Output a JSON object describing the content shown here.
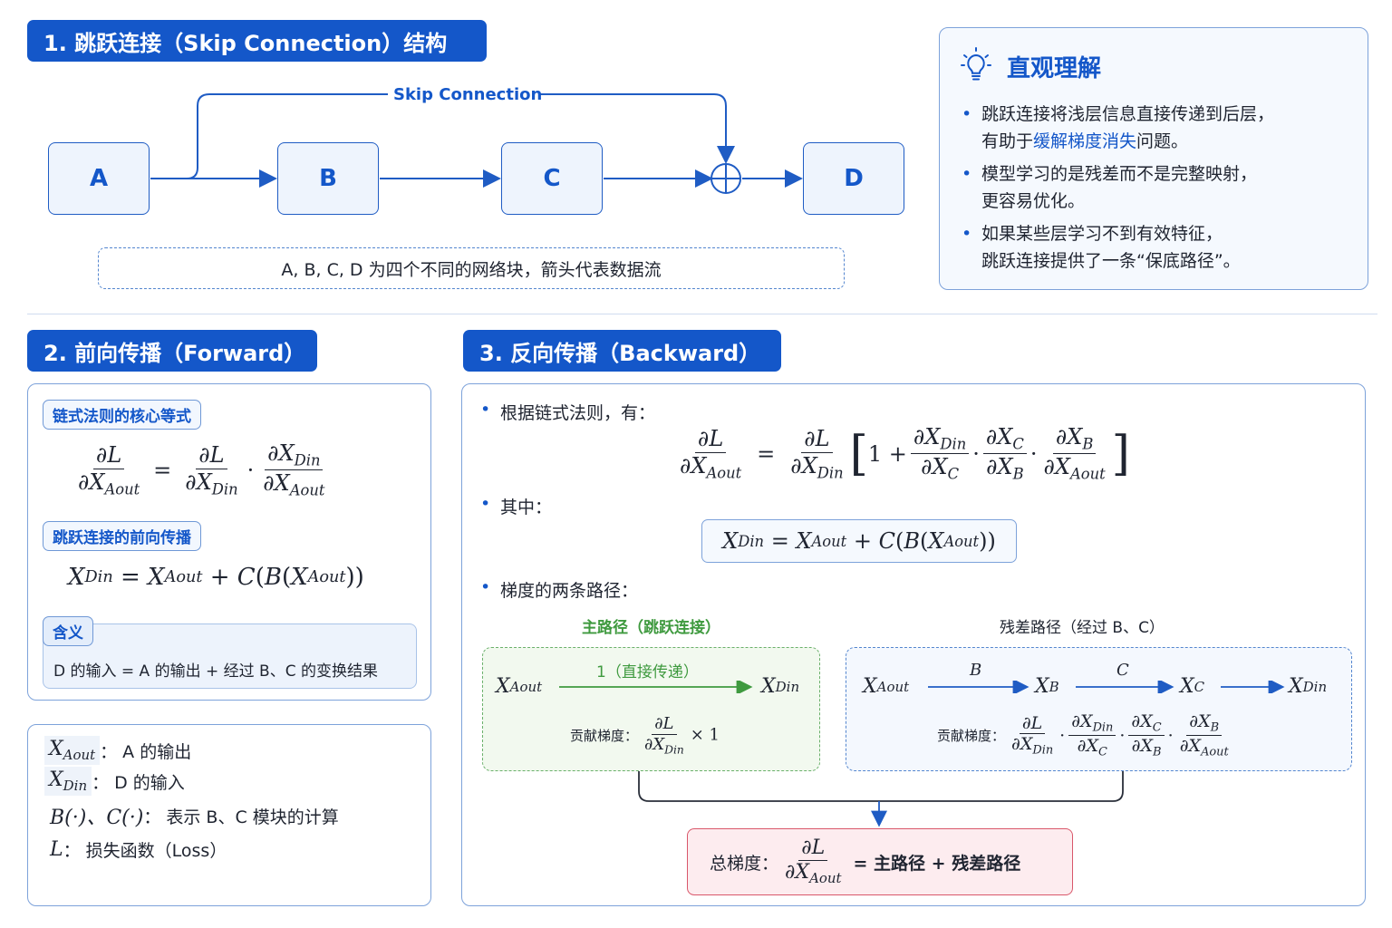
{
  "section1": {
    "title": "1. 跳跃连接（Skip Connection）结构"
  },
  "diagram": {
    "nodes": [
      "A",
      "B",
      "C",
      "D"
    ],
    "skip_label": "Skip Connection",
    "caption": "A, B, C, D 为四个不同的网络块，箭头代表数据流"
  },
  "intuition": {
    "title": "直观理解",
    "items": [
      {
        "l1": "跳跃连接将浅层信息直接传递到后层，",
        "l2_pre": "有助于",
        "l2_hl": "缓解梯度消失",
        "l2_post": "问题。"
      },
      {
        "l1": "模型学习的是残差而不是完整映射，",
        "l2_pre": "更容易优化。",
        "l2_hl": "",
        "l2_post": ""
      },
      {
        "l1": "如果某些层学习不到有效特征，",
        "l2_pre": "跳跃连接提供了一条“保底路径”。",
        "l2_hl": "",
        "l2_post": ""
      }
    ],
    "icon": "lightbulb-icon"
  },
  "section2": {
    "title": "2. 前向传播（Forward）",
    "tag_chain": "链式法则的核心等式",
    "tag_forward": "跳跃连接的前向传播",
    "meaning_tag": "含义",
    "meaning_text": "D 的输入 = A 的输出 + 经过 B、C 的变换结果"
  },
  "legend": {
    "xaout": "：  A 的输出",
    "xdin": "：  D 的输入",
    "bc_fn": "B(·)、C(·)",
    "bc": "：  表示 B、C 模块的计算",
    "l_sym": "L",
    "l": "：  损失函数（Loss）"
  },
  "section3": {
    "title": "3. 反向传播（Backward）",
    "b1": "根据链式法则，有：",
    "b2": "其中：",
    "b3": "梯度的两条路径：",
    "main_path_title": "主路径（跳跃连接）",
    "res_path_title": "残差路径（经过 B、C）",
    "direct_label": "1（直接传递）",
    "contrib_main": "贡献梯度：",
    "contrib_res": "贡献梯度：",
    "res_label_b": "B",
    "res_label_c": "C",
    "total_label": "总梯度：",
    "total_rhs": "=  主路径  +  残差路径"
  },
  "colors": {
    "accent": "#1457c9",
    "green": "#3f9a3f",
    "red": "#d9576a"
  }
}
